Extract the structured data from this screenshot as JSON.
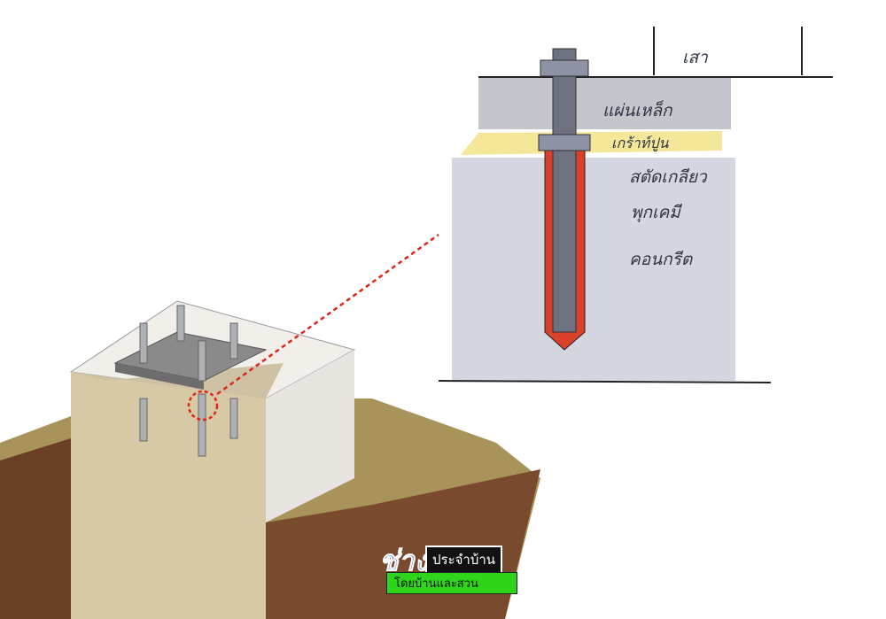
{
  "detail_labels": {
    "column": "เสา",
    "steel_plate": "แผ่นเหล็ก",
    "grout": "เกร้าท์ปูน",
    "threaded_stud": "สตัดเกลียว",
    "chemical_anchor": "พุกเคมี",
    "concrete": "คอนกรีต"
  },
  "logo": {
    "main": "ช่าง",
    "sub": "ประจำบ้าน",
    "by": "โดยบ้านและสวน"
  },
  "colors": {
    "concrete": "#d4d6e0",
    "grout": "#f5e79a",
    "anchor": "#d9412b",
    "soil": "#7a4a2e",
    "ground": "#a8935a",
    "callout": "#e0261b"
  }
}
